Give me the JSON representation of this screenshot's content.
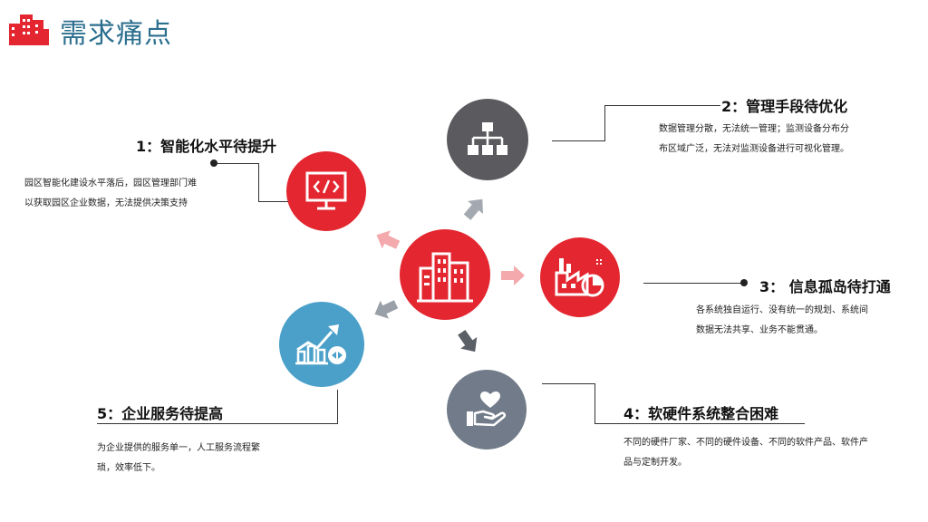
{
  "header": {
    "title": "需求痛点",
    "logo_icon": "buildings-logo-icon",
    "accent_color": "#e3262f",
    "title_color": "#2b6f8e"
  },
  "center": {
    "icon": "city-buildings-icon",
    "color": "#e3262f"
  },
  "points": [
    {
      "heading": "1：智能化水平待提升",
      "lines": [
        "园区智能化建设水平落后，园区管理部门难",
        "以获取园区企业数据，无法提供决策支持"
      ],
      "icon": "code-monitor-icon",
      "color": "#e3262f"
    },
    {
      "heading": "2：管理手段待优化",
      "lines": [
        "数据管理分散，无法统一管理；监测设备分布分",
        "布区域广泛，无法对监测设备进行可视化管理。"
      ],
      "icon": "org-chart-icon",
      "color": "#5b5b5f"
    },
    {
      "heading": "3： 信息孤岛待打通",
      "lines": [
        "各系统独自运行、没有统一的规划、系统间",
        "数据无法共享、业务不能贯通。"
      ],
      "icon": "factory-icon",
      "color": "#e3262f"
    },
    {
      "heading": "4：软硬件系统整合困难",
      "lines": [
        "不同的硬件厂家、不同的硬件设备、不同的软件产品、软件产",
        "品与定制开发。"
      ],
      "icon": "heart-hand-icon",
      "color": "#717b89"
    },
    {
      "heading": "5：企业服务待提高",
      "lines": [
        "为企业提供的服务单一，人工服务流程繁",
        "琐，效率低下。"
      ],
      "icon": "growth-chart-icon",
      "color": "#4aa0c9"
    }
  ]
}
